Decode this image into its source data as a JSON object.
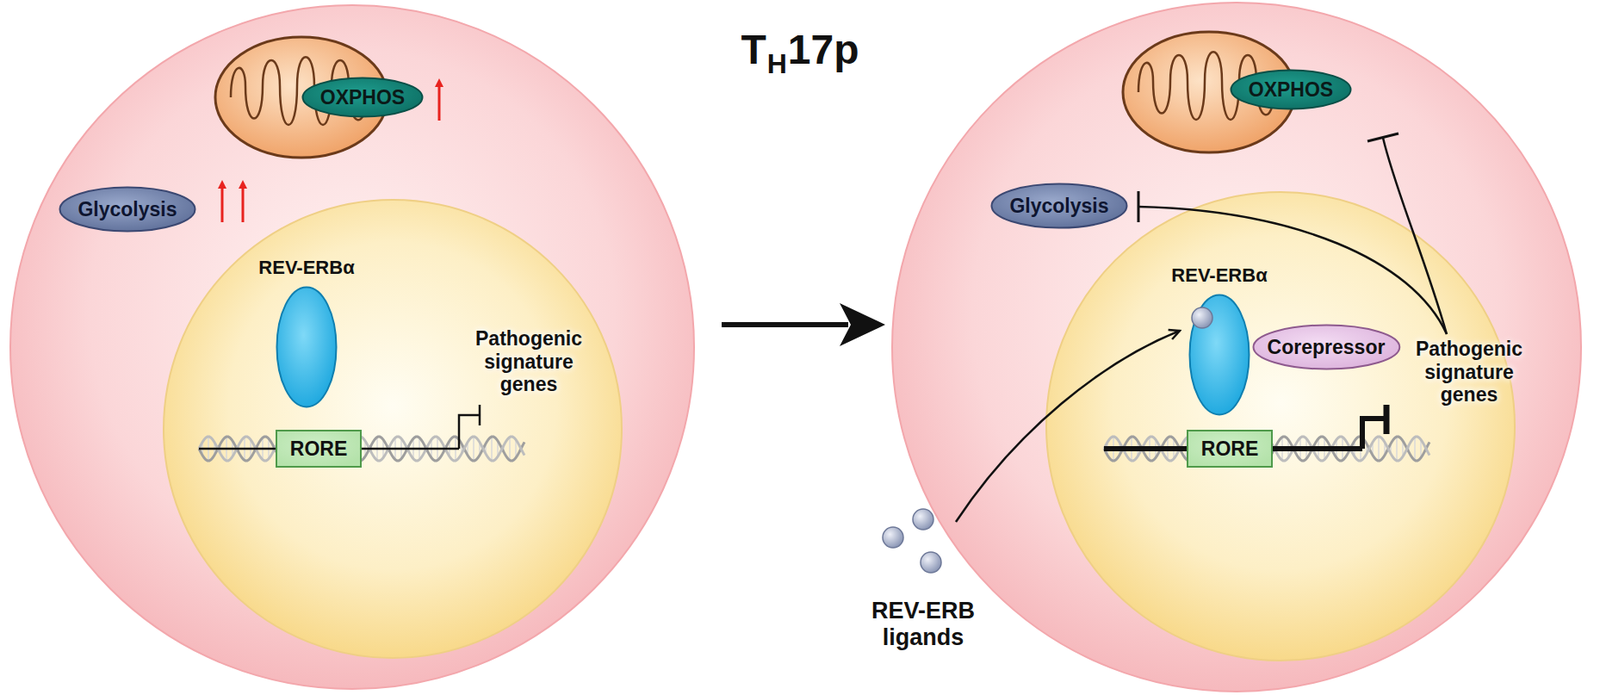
{
  "diagram": {
    "nodes": [
      {
        "text": [
          "OXPHOS"
        ]
      },
      {
        "text": [
          "Glycolysis"
        ]
      },
      {
        "text": [
          "REV-ERBα"
        ]
      },
      {
        "text": [
          "RORE"
        ]
      },
      {
        "text": [
          "OXPHOS"
        ]
      },
      {
        "text": [
          "Glycolysis"
        ]
      },
      {
        "text": [
          "REV-ERBα"
        ]
      },
      {
        "text": [
          "Corepressor"
        ]
      },
      {
        "text": [
          "RORE"
        ]
      }
    ],
    "labels": [
      "T",
      "H",
      "17p",
      "Pathogenic signature genes",
      "Pathogenic signature genes",
      "REV-ERB ligands"
    ]
  }
}
